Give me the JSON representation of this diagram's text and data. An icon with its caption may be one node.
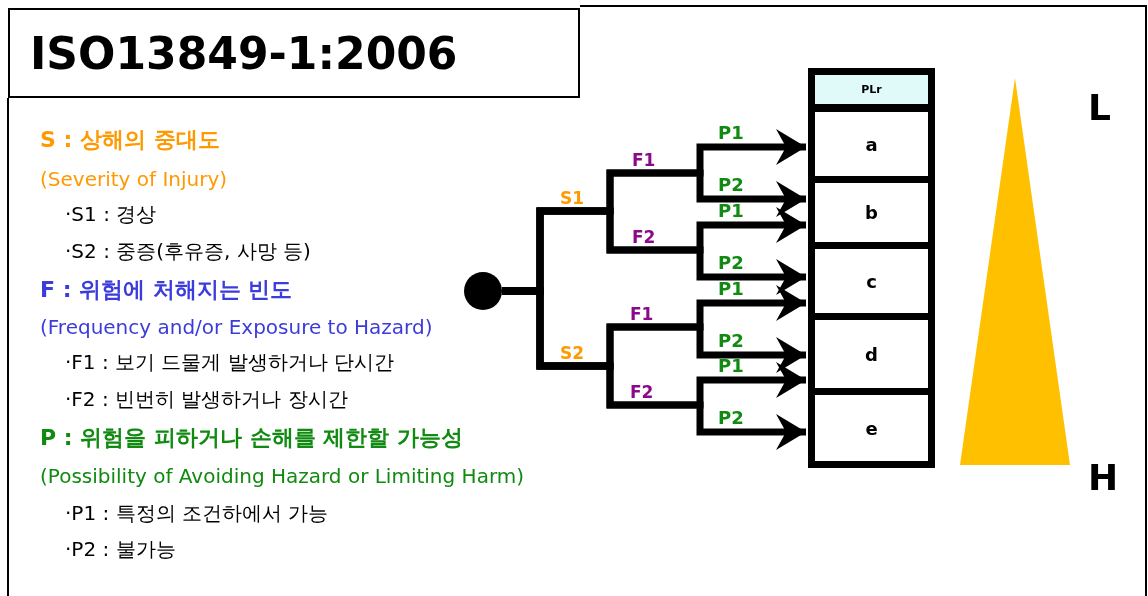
{
  "diagram": {
    "nodes": [
      {
        "text": [
          "ISO13849-1:2006"
        ]
      },
      {
        "text": [],
        "shape": "circle"
      },
      {
        "text": [
          "PLr"
        ]
      },
      {
        "text": [
          "a"
        ]
      },
      {
        "text": [
          "b"
        ]
      },
      {
        "text": [
          "c"
        ]
      },
      {
        "text": [
          "d"
        ]
      },
      {
        "text": [
          "e"
        ]
      },
      {
        "text": [],
        "shape": "triangle"
      }
    ],
    "edges": [
      {
        "from": 1,
        "to": 3,
        "arrow": "to",
        "label": "P1"
      },
      {
        "from": 1,
        "to": 4,
        "arrow": "to",
        "label": "P2"
      },
      {
        "from": 1,
        "to": 4,
        "arrow": "to",
        "label": "P1"
      },
      {
        "from": 1,
        "to": 5,
        "arrow": "to",
        "label": "P2"
      },
      {
        "from": 1,
        "to": 5,
        "arrow": "to",
        "label": "P1"
      },
      {
        "from": 1,
        "to": 6,
        "arrow": "to",
        "label": "P2"
      },
      {
        "from": 1,
        "to": 6,
        "arrow": "to",
        "label": "P1"
      },
      {
        "from": 1,
        "to": 7,
        "arrow": "to",
        "label": "P2"
      }
    ],
    "labels": [
      "S : 상해의 중대도",
      "(Severity of Injury)",
      "·S1 : 경상",
      "·S2 : 중증(후유증, 사망 등)",
      "F : 위험에 처해지는 빈도",
      "(Frequency and/or Exposure to Hazard)",
      "·F1 : 보기 드물게 발생하거나 단시간",
      "·F2 : 빈번히 발생하거나 장시간",
      "P : 위험을 피하거나 손해를 제한할 가능성",
      "(Possibility of Avoiding Hazard or Limiting Harm)",
      "·P1 : 특정의 조건하에서 가능",
      "·P2 : 불가능",
      "S1",
      "F1",
      "F2",
      "S2",
      "F1",
      "F2",
      "L",
      "H"
    ]
  }
}
